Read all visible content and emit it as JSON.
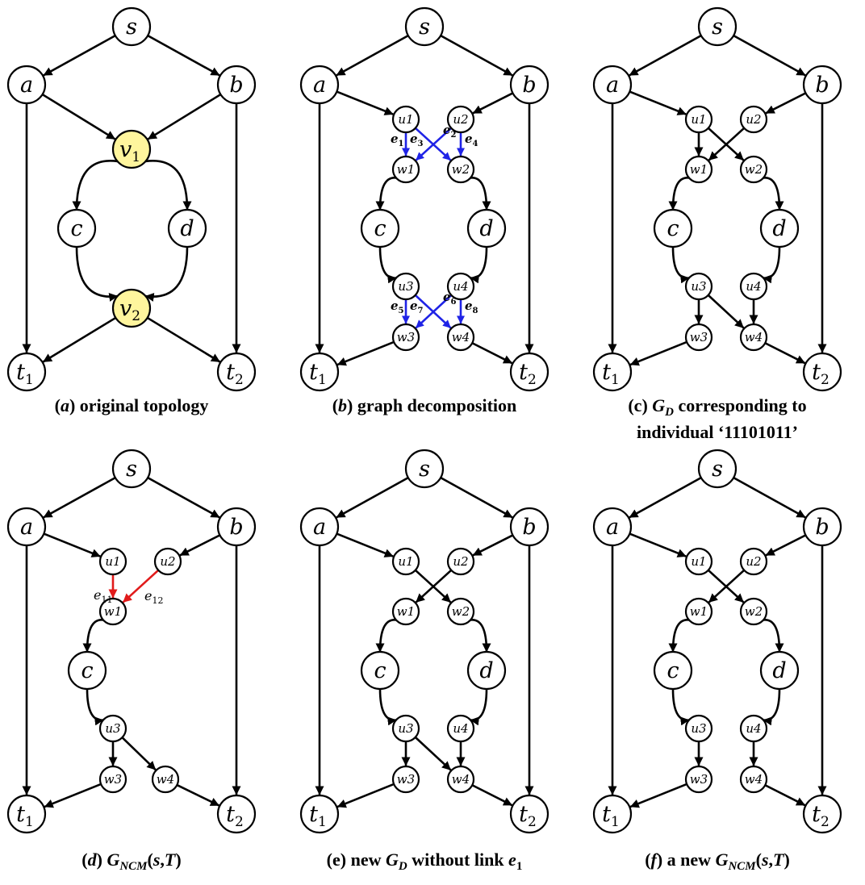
{
  "colors": {
    "edge": "#000000",
    "blue": "#1f23e6",
    "red": "#e11b1b",
    "highlight": "#fff59d"
  },
  "panels": [
    {
      "id": "a",
      "caption": [
        [
          {
            "t": "(",
            "i": false
          },
          {
            "t": "a",
            "i": true
          },
          {
            "t": ") original topology",
            "i": false
          }
        ]
      ],
      "nodes": {
        "s": {
          "label": "s"
        },
        "a": {
          "label": "a"
        },
        "b": {
          "label": "b"
        },
        "v1": {
          "label": "v",
          "sub": "1",
          "hl": true
        },
        "c": {
          "label": "c"
        },
        "d": {
          "label": "d"
        },
        "v2": {
          "label": "v",
          "sub": "2",
          "hl": true
        },
        "t1": {
          "label": "t",
          "sub": "1"
        },
        "t2": {
          "label": "t",
          "sub": "2"
        }
      },
      "edges": [
        {
          "from": "s",
          "to": "a"
        },
        {
          "from": "s",
          "to": "b"
        },
        {
          "from": "a",
          "to": "v1"
        },
        {
          "from": "b",
          "to": "v1"
        },
        {
          "from": "v1",
          "to": "c",
          "curve": true
        },
        {
          "from": "v1",
          "to": "d",
          "curve": true
        },
        {
          "from": "c",
          "to": "v2",
          "curve": true
        },
        {
          "from": "d",
          "to": "v2",
          "curve": true
        },
        {
          "from": "v2",
          "to": "t1"
        },
        {
          "from": "v2",
          "to": "t2"
        },
        {
          "from": "a",
          "to": "t1"
        },
        {
          "from": "b",
          "to": "t2"
        }
      ],
      "edge_labels": []
    },
    {
      "id": "b",
      "caption": [
        [
          {
            "t": "(",
            "i": false
          },
          {
            "t": "b",
            "i": true
          },
          {
            "t": ") graph decomposition",
            "i": false
          }
        ]
      ],
      "nodes": {
        "s": {
          "label": "s"
        },
        "a": {
          "label": "a"
        },
        "b": {
          "label": "b"
        },
        "u1": {
          "label": "u1"
        },
        "u2": {
          "label": "u2"
        },
        "w1": {
          "label": "w1"
        },
        "w2": {
          "label": "w2"
        },
        "c": {
          "label": "c"
        },
        "d": {
          "label": "d"
        },
        "u3": {
          "label": "u3"
        },
        "u4": {
          "label": "u4"
        },
        "w3": {
          "label": "w3"
        },
        "w4": {
          "label": "w4"
        },
        "t1": {
          "label": "t",
          "sub": "1"
        },
        "t2": {
          "label": "t",
          "sub": "2"
        }
      },
      "edges": [
        {
          "from": "s",
          "to": "a"
        },
        {
          "from": "s",
          "to": "b"
        },
        {
          "from": "a",
          "to": "u1"
        },
        {
          "from": "b",
          "to": "u2"
        },
        {
          "from": "u1",
          "to": "w1",
          "color": "blue"
        },
        {
          "from": "u1",
          "to": "w2",
          "color": "blue"
        },
        {
          "from": "u2",
          "to": "w1",
          "color": "blue"
        },
        {
          "from": "u2",
          "to": "w2",
          "color": "blue"
        },
        {
          "from": "w1",
          "to": "c",
          "curve": true
        },
        {
          "from": "w2",
          "to": "d",
          "curve": true
        },
        {
          "from": "c",
          "to": "u3",
          "curve": true
        },
        {
          "from": "d",
          "to": "u4",
          "curve": true
        },
        {
          "from": "u3",
          "to": "w3",
          "color": "blue"
        },
        {
          "from": "u3",
          "to": "w4",
          "color": "blue"
        },
        {
          "from": "u4",
          "to": "w3",
          "color": "blue"
        },
        {
          "from": "u4",
          "to": "w4",
          "color": "blue"
        },
        {
          "from": "w3",
          "to": "t1"
        },
        {
          "from": "w4",
          "to": "t2"
        },
        {
          "from": "a",
          "to": "t1"
        },
        {
          "from": "b",
          "to": "t2"
        }
      ],
      "edge_labels": [
        {
          "t": "e",
          "sub": "1",
          "bold": true,
          "pos": "e1"
        },
        {
          "t": "e",
          "sub": "3",
          "bold": true,
          "pos": "e3"
        },
        {
          "t": "e",
          "sub": "2",
          "bold": true,
          "pos": "e2"
        },
        {
          "t": "e",
          "sub": "4",
          "bold": true,
          "pos": "e4"
        },
        {
          "t": "e",
          "sub": "5",
          "bold": true,
          "pos": "e5"
        },
        {
          "t": "e",
          "sub": "7",
          "bold": true,
          "pos": "e7"
        },
        {
          "t": "e",
          "sub": "6",
          "bold": true,
          "pos": "e6"
        },
        {
          "t": "e",
          "sub": "8",
          "bold": true,
          "pos": "e8"
        }
      ]
    },
    {
      "id": "c",
      "caption": [
        [
          {
            "t": "(c) ",
            "i": false
          },
          {
            "t": "G",
            "i": true
          },
          {
            "t": "D",
            "i": true,
            "sub": true
          },
          {
            "t": " corresponding to",
            "i": false
          }
        ],
        [
          {
            "t": "individual ‘11101011’",
            "i": false
          }
        ]
      ],
      "nodes": {
        "s": {
          "label": "s"
        },
        "a": {
          "label": "a"
        },
        "b": {
          "label": "b"
        },
        "u1": {
          "label": "u1"
        },
        "u2": {
          "label": "u2"
        },
        "w1": {
          "label": "w1"
        },
        "w2": {
          "label": "w2"
        },
        "c": {
          "label": "c"
        },
        "d": {
          "label": "d"
        },
        "u3": {
          "label": "u3"
        },
        "u4": {
          "label": "u4"
        },
        "w3": {
          "label": "w3"
        },
        "w4": {
          "label": "w4"
        },
        "t1": {
          "label": "t",
          "sub": "1"
        },
        "t2": {
          "label": "t",
          "sub": "2"
        }
      },
      "edges": [
        {
          "from": "s",
          "to": "a"
        },
        {
          "from": "s",
          "to": "b"
        },
        {
          "from": "a",
          "to": "u1"
        },
        {
          "from": "b",
          "to": "u2"
        },
        {
          "from": "u1",
          "to": "w1"
        },
        {
          "from": "u1",
          "to": "w2"
        },
        {
          "from": "u2",
          "to": "w1"
        },
        {
          "from": "w1",
          "to": "c",
          "curve": true
        },
        {
          "from": "w2",
          "to": "d",
          "curve": true
        },
        {
          "from": "c",
          "to": "u3",
          "curve": true
        },
        {
          "from": "d",
          "to": "u4",
          "curve": true
        },
        {
          "from": "u3",
          "to": "w3"
        },
        {
          "from": "u3",
          "to": "w4"
        },
        {
          "from": "u4",
          "to": "w4"
        },
        {
          "from": "w3",
          "to": "t1"
        },
        {
          "from": "w4",
          "to": "t2"
        },
        {
          "from": "a",
          "to": "t1"
        },
        {
          "from": "b",
          "to": "t2"
        }
      ],
      "edge_labels": []
    },
    {
      "id": "d",
      "caption": [
        [
          {
            "t": "(",
            "i": false
          },
          {
            "t": "d",
            "i": true
          },
          {
            "t": ") ",
            "i": false
          },
          {
            "t": "G",
            "i": true
          },
          {
            "t": "NCM",
            "i": true,
            "sub": true
          },
          {
            "t": "(",
            "i": false
          },
          {
            "t": "s",
            "i": true
          },
          {
            "t": ",",
            "i": false
          },
          {
            "t": "T",
            "i": true
          },
          {
            "t": ")",
            "i": false
          }
        ]
      ],
      "nodes": {
        "s": {
          "label": "s"
        },
        "a": {
          "label": "a"
        },
        "b": {
          "label": "b"
        },
        "u1": {
          "label": "u1"
        },
        "u2": {
          "label": "u2"
        },
        "w1": {
          "label": "w1"
        },
        "c": {
          "label": "c"
        },
        "u3": {
          "label": "u3"
        },
        "w3": {
          "label": "w3"
        },
        "w4": {
          "label": "w4"
        },
        "t1": {
          "label": "t",
          "sub": "1"
        },
        "t2": {
          "label": "t",
          "sub": "2"
        }
      },
      "edges": [
        {
          "from": "s",
          "to": "a"
        },
        {
          "from": "s",
          "to": "b"
        },
        {
          "from": "a",
          "to": "u1"
        },
        {
          "from": "b",
          "to": "u2"
        },
        {
          "from": "u1",
          "to": "w1",
          "color": "red"
        },
        {
          "from": "u2",
          "to": "w1",
          "color": "red"
        },
        {
          "from": "w1",
          "to": "c",
          "curve": true
        },
        {
          "from": "c",
          "to": "u3",
          "curve": true
        },
        {
          "from": "u3",
          "to": "w3"
        },
        {
          "from": "u3",
          "to": "w4"
        },
        {
          "from": "w3",
          "to": "t1"
        },
        {
          "from": "w4",
          "to": "t2"
        },
        {
          "from": "a",
          "to": "t1"
        },
        {
          "from": "b",
          "to": "t2"
        }
      ],
      "edge_labels": [
        {
          "t": "e",
          "sub": "11",
          "bold": false,
          "pos": "e11"
        },
        {
          "t": "e",
          "sub": "12",
          "bold": false,
          "pos": "e12"
        }
      ]
    },
    {
      "id": "e",
      "caption": [
        [
          {
            "t": "(e) new ",
            "i": false
          },
          {
            "t": "G",
            "i": true
          },
          {
            "t": "D",
            "i": true,
            "sub": true
          },
          {
            "t": " without link ",
            "i": false
          },
          {
            "t": "e",
            "i": true
          },
          {
            "t": "1",
            "i": false,
            "sub": true
          }
        ]
      ],
      "nodes": {
        "s": {
          "label": "s"
        },
        "a": {
          "label": "a"
        },
        "b": {
          "label": "b"
        },
        "u1": {
          "label": "u1"
        },
        "u2": {
          "label": "u2"
        },
        "w1": {
          "label": "w1"
        },
        "w2": {
          "label": "w2"
        },
        "c": {
          "label": "c"
        },
        "d": {
          "label": "d"
        },
        "u3": {
          "label": "u3"
        },
        "u4": {
          "label": "u4"
        },
        "w3": {
          "label": "w3"
        },
        "w4": {
          "label": "w4"
        },
        "t1": {
          "label": "t",
          "sub": "1"
        },
        "t2": {
          "label": "t",
          "sub": "2"
        }
      },
      "edges": [
        {
          "from": "s",
          "to": "a"
        },
        {
          "from": "s",
          "to": "b"
        },
        {
          "from": "a",
          "to": "u1"
        },
        {
          "from": "b",
          "to": "u2"
        },
        {
          "from": "u1",
          "to": "w2"
        },
        {
          "from": "u2",
          "to": "w1"
        },
        {
          "from": "w1",
          "to": "c",
          "curve": true
        },
        {
          "from": "w2",
          "to": "d",
          "curve": true
        },
        {
          "from": "c",
          "to": "u3",
          "curve": true
        },
        {
          "from": "d",
          "to": "u4",
          "curve": true
        },
        {
          "from": "u3",
          "to": "w3"
        },
        {
          "from": "u3",
          "to": "w4"
        },
        {
          "from": "u4",
          "to": "w4"
        },
        {
          "from": "w3",
          "to": "t1"
        },
        {
          "from": "w4",
          "to": "t2"
        },
        {
          "from": "a",
          "to": "t1"
        },
        {
          "from": "b",
          "to": "t2"
        }
      ],
      "edge_labels": []
    },
    {
      "id": "f",
      "caption": [
        [
          {
            "t": "(",
            "i": false
          },
          {
            "t": "f",
            "i": true
          },
          {
            "t": ") a new ",
            "i": false
          },
          {
            "t": "G",
            "i": true
          },
          {
            "t": "NCM",
            "i": true,
            "sub": true
          },
          {
            "t": "(",
            "i": false
          },
          {
            "t": "s",
            "i": true
          },
          {
            "t": ",",
            "i": false
          },
          {
            "t": "T",
            "i": true
          },
          {
            "t": ")",
            "i": false
          }
        ]
      ],
      "nodes": {
        "s": {
          "label": "s"
        },
        "a": {
          "label": "a"
        },
        "b": {
          "label": "b"
        },
        "u1": {
          "label": "u1"
        },
        "u2": {
          "label": "u2"
        },
        "w1": {
          "label": "w1"
        },
        "w2": {
          "label": "w2"
        },
        "c": {
          "label": "c"
        },
        "d": {
          "label": "d"
        },
        "u3": {
          "label": "u3"
        },
        "u4": {
          "label": "u4"
        },
        "w3": {
          "label": "w3"
        },
        "w4": {
          "label": "w4"
        },
        "t1": {
          "label": "t",
          "sub": "1"
        },
        "t2": {
          "label": "t",
          "sub": "2"
        }
      },
      "edges": [
        {
          "from": "s",
          "to": "a"
        },
        {
          "from": "s",
          "to": "b"
        },
        {
          "from": "a",
          "to": "u1"
        },
        {
          "from": "b",
          "to": "u2"
        },
        {
          "from": "u1",
          "to": "w2"
        },
        {
          "from": "u2",
          "to": "w1"
        },
        {
          "from": "w1",
          "to": "c",
          "curve": true
        },
        {
          "from": "w2",
          "to": "d",
          "curve": true
        },
        {
          "from": "c",
          "to": "u3",
          "curve": true
        },
        {
          "from": "d",
          "to": "u4",
          "curve": true
        },
        {
          "from": "u3",
          "to": "w3"
        },
        {
          "from": "u4",
          "to": "w4"
        },
        {
          "from": "w3",
          "to": "t1"
        },
        {
          "from": "w4",
          "to": "t2"
        },
        {
          "from": "a",
          "to": "t1"
        },
        {
          "from": "b",
          "to": "t2"
        }
      ],
      "edge_labels": []
    }
  ]
}
